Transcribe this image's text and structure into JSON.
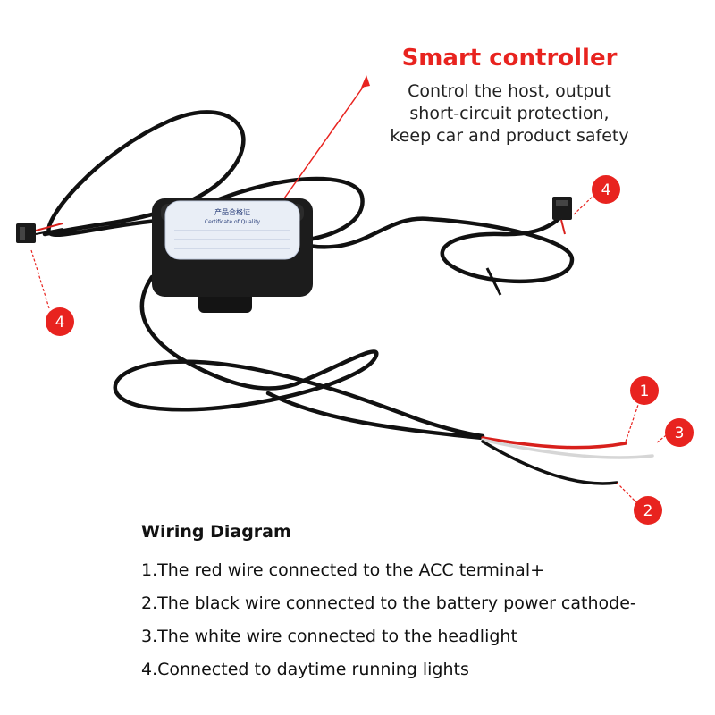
{
  "header": {
    "title": "Smart controller",
    "description": [
      "Control the host, output",
      "short-circuit protection,",
      "keep car and product safety"
    ]
  },
  "callouts": [
    {
      "number": "4",
      "target": "left connector"
    },
    {
      "number": "4",
      "target": "right connector"
    },
    {
      "number": "1",
      "target": "red wire"
    },
    {
      "number": "2",
      "target": "black wire"
    },
    {
      "number": "3",
      "target": "white wire"
    }
  ],
  "controller_label": {
    "title": "产品合格证",
    "subtitle": "Certificate of Quality"
  },
  "wiring": {
    "title": "Wiring Diagram",
    "items": [
      "1.The red wire connected to the ACC terminal+",
      "2.The black wire connected to the battery power cathode-",
      "3.The white wire connected to the headlight",
      "4.Connected to daytime running lights"
    ]
  },
  "colors": {
    "accent": "#e8231f",
    "cable": "#111111",
    "controller_body": "#1c1c1c",
    "label_bg": "#e9eef6"
  }
}
